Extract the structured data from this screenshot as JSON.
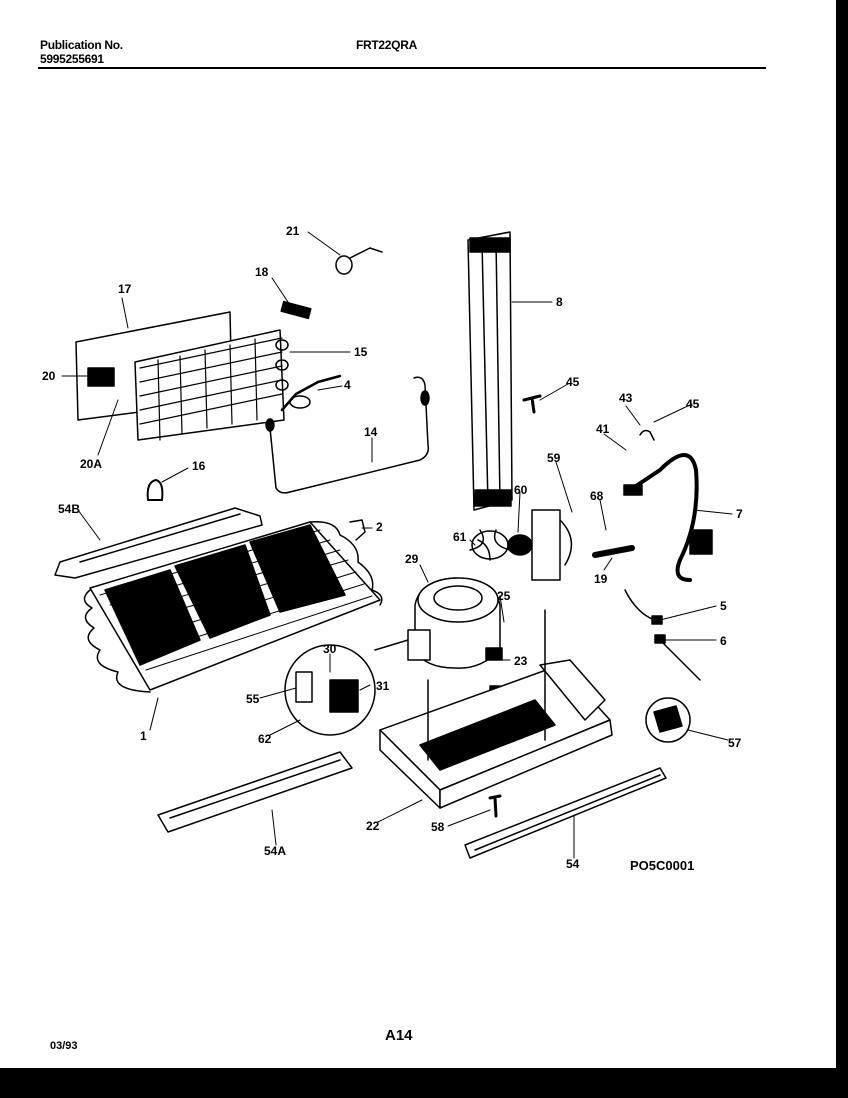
{
  "header": {
    "publication_label": "Publication No.",
    "publication_number": "5995255691",
    "model": "FRT22QRA"
  },
  "footer": {
    "date": "03/93",
    "page": "A14"
  },
  "diagram_code": "PO5C0001",
  "callouts": {
    "c1": "1",
    "c2": "2",
    "c4": "4",
    "c5": "5",
    "c6": "6",
    "c7": "7",
    "c8": "8",
    "c14": "14",
    "c15": "15",
    "c16": "16",
    "c17": "17",
    "c18": "18",
    "c19": "19",
    "c20": "20",
    "c20a": "20A",
    "c21": "21",
    "c22": "22",
    "c23": "23",
    "c25": "25",
    "c29": "29",
    "c30": "30",
    "c31": "31",
    "c41": "41",
    "c43": "43",
    "c45a": "45",
    "c45b": "45",
    "c54": "54",
    "c54a": "54A",
    "c54b": "54B",
    "c55": "55",
    "c57": "57",
    "c58": "58",
    "c59": "59",
    "c60": "60",
    "c61": "61",
    "c62": "62",
    "c68": "68"
  }
}
